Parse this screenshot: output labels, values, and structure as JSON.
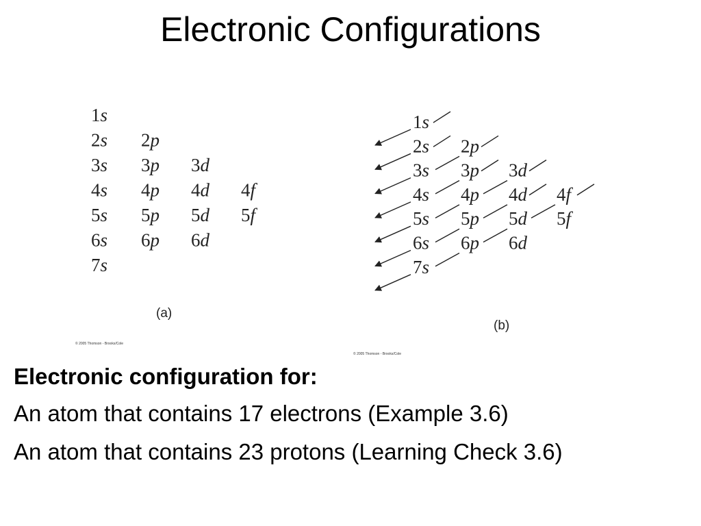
{
  "slide": {
    "title": "Electronic Configurations",
    "body_heading": "Electronic configuration for:",
    "items": [
      "An atom that contains 17 electrons (Example 3.6)",
      "An atom that contains 23 protons (Learning Check 3.6)"
    ]
  },
  "figure": {
    "orbitals": [
      [
        "1s"
      ],
      [
        "2s",
        "2p"
      ],
      [
        "3s",
        "3p",
        "3d"
      ],
      [
        "4s",
        "4p",
        "4d",
        "4f"
      ],
      [
        "5s",
        "5p",
        "5d",
        "5f"
      ],
      [
        "6s",
        "6p",
        "6d"
      ],
      [
        "7s"
      ]
    ],
    "caption_a": "(a)",
    "caption_b": "(b)",
    "copyright_a": "© 2005 Thomson - Brooks/Cole",
    "copyright_b": "© 2005 Thomson - Brooks/Cole"
  }
}
